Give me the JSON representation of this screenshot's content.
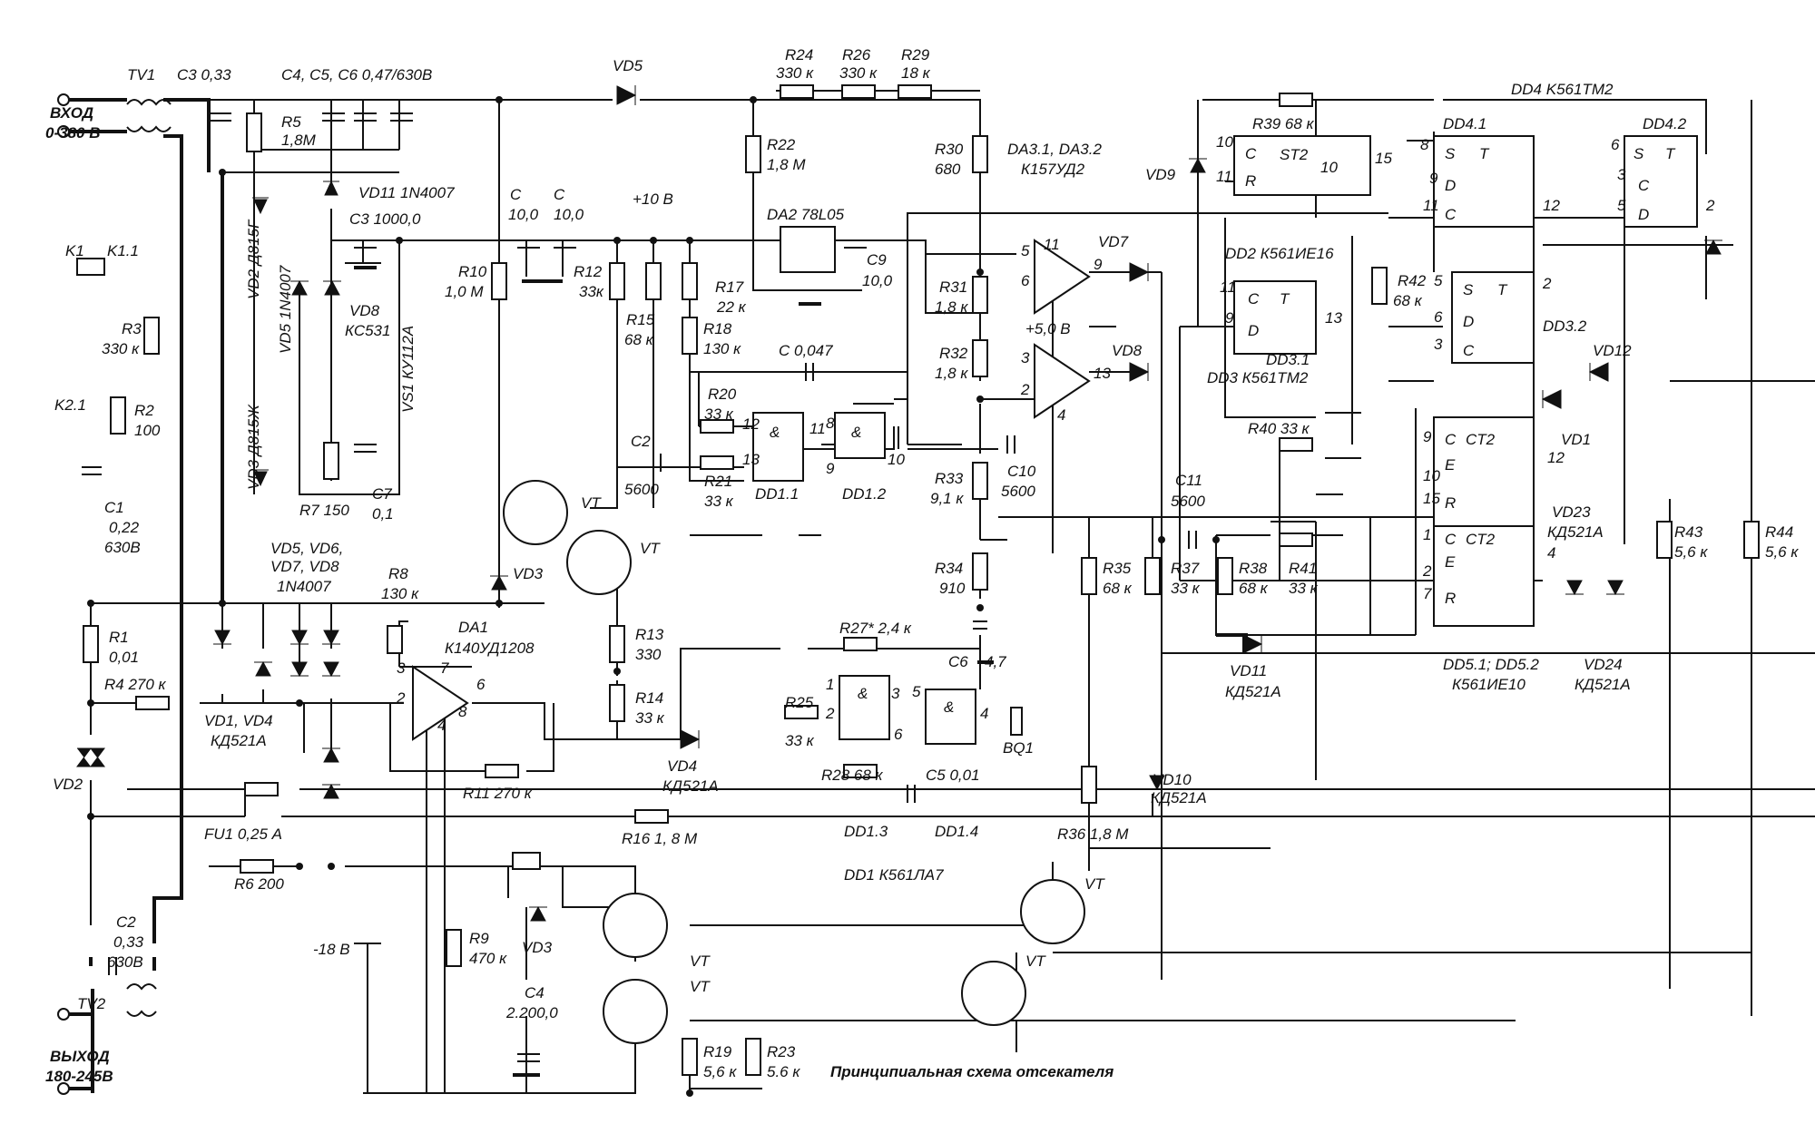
{
  "title": "Принципиальная схема отсекателя",
  "labels": {
    "input_title": "ВХОД",
    "input_range": "0-380 В",
    "output_title": "ВЫХОД",
    "output_range": "180-245В",
    "tv1": "TV1",
    "tv2": "TV2",
    "c3_top": "C3  0,33",
    "c456": "C4, C5, C6   0,47/630В",
    "vd5_top": "VD5",
    "r24": "R24",
    "r24v": "330 к",
    "r26": "R26",
    "r26v": "330 к",
    "r29": "R29",
    "r29v": "18 к",
    "dd4": "DD4 K561TM2",
    "dd41": "DD4.1",
    "dd42": "DD4.2",
    "r39": "R39  68 к",
    "st2": "ST2",
    "r5": "R5",
    "r5v": "1,8М",
    "vd11_top": "VD11 1N4007",
    "c3_big": "C3  1000,0",
    "r22": "R22",
    "r22v": "1,8 М",
    "r30": "R30",
    "r30v": "680",
    "da3": "DA3.1, DA3.2",
    "da3t": "К157УД2",
    "vd9": "VD9",
    "c_a": "C",
    "c_b": "C",
    "c_val": "10,0",
    "c_val2": "10,0",
    "p10": "+10 В",
    "da2": "DA2 78L05",
    "c9": "C9",
    "c9v": "10,0",
    "vd7": "VD7",
    "k1": "K1",
    "k11": "K1.1",
    "r3": "R3",
    "r3v": "330 к",
    "vd2_d815": "VD2  Д815Г",
    "vd5_1n": "VD5  1N4007",
    "vd8": "VD8",
    "vd8t": "КС531",
    "vs1": "VS1  КУ112А",
    "r10": "R10",
    "r10v": "1,0 М",
    "r12": "R12",
    "r12v": "33к",
    "r17": "R17",
    "r17v": "22 к",
    "r31": "R31",
    "r31v": "1,8 к",
    "p5": "+5,0 В",
    "dd2": "DD2 К561ИЕ16",
    "r42": "R42",
    "r42v": "68 к",
    "dd32": "DD3.2",
    "k21": "K2.1",
    "r2": "R2",
    "r2v": "100",
    "r15": "R15",
    "r15v": "68 к",
    "r18": "R18",
    "r18v": "130 к",
    "c047": "C       0,047",
    "r32": "R32",
    "r32v": "1,8 к",
    "vd8b": "VD8",
    "dd31": "DD3.1",
    "dd3": "DD3 К561ТМ2",
    "vd12": "VD12",
    "vd3_d815": "VD3  Д815Ж",
    "c7": "C7",
    "c7v": "0,1",
    "r20": "R20",
    "r20v": "33 к",
    "c2": "C2",
    "c2v": "5600",
    "r21": "R21",
    "r21v": "33 к",
    "dd11": "DD1.1",
    "dd12": "DD1.2",
    "c10": "C10",
    "c10v": "5600",
    "r33": "R33",
    "r33v": "9,1 к",
    "r40": "R40  33 к",
    "vd1": "VD1",
    "c1": "C1",
    "c1a": "0,22",
    "c1b": "630В",
    "r7": "R7 150",
    "c11": "C11",
    "c11v": "5600",
    "vd23": "VD23",
    "vd23t": "КД521А",
    "vt1": "VT",
    "vt2": "VT",
    "vd3_lower": "VD3",
    "vd5678": "VD5, VD6,",
    "vd5678b": "VD7, VD8",
    "vd5678c": "1N4007",
    "r8": "R8",
    "r8v": "130 к",
    "r34": "R34",
    "r34v": "910",
    "r35": "R35",
    "r35v": "68 к",
    "r37": "R37",
    "r37v": "33 к",
    "r38": "R38",
    "r38v": "68 к",
    "r41": "R41",
    "r41v": "33 к",
    "r43": "R43",
    "r43v": "5,6 к",
    "r44": "R44",
    "r44v": "5,6 к",
    "r1": "R1",
    "r1v": "0,01",
    "da1": "DA1",
    "da1t": "К140УД1208",
    "r13": "R13",
    "r13v": "330",
    "r27": "R27* 2,4 к",
    "c6": "C6",
    "c6v": "4,7",
    "vd11b": "VD11",
    "vd11bt": "КД521А",
    "dd5": "DD5.1; DD5.2",
    "dd5t": "К561ИЕ10",
    "vd24": "VD24",
    "vd24t": "КД521А",
    "r4": "R4  270 к",
    "vd14": "VD1, VD4",
    "vd14t": "КД521А",
    "r14": "R14",
    "r14v": "33 к",
    "vd4": "VD4",
    "vd4t": "КД521А",
    "r25": "R25",
    "r25v": "33 к",
    "bq1": "BQ1",
    "vd2": "VD2",
    "r11": "R11  270 к",
    "r28": "R28  68 к",
    "c5": "C5  0,01",
    "vd10": "VD10",
    "vd10t": "КД521А",
    "fu1": "FU1  0,25 А",
    "r16": "R16  1, 8 М",
    "dd13": "DD1.3",
    "dd14": "DD1.4",
    "r36": "R36  1,8 М",
    "dd1": "DD1 К561ЛА7",
    "r6": "R6  200",
    "vd3c": "VD3",
    "c2b": "C2",
    "c2ba": "0,33",
    "c2bb": "630В",
    "m18": "-18 В",
    "r9": "R9",
    "r9v": "470 к",
    "vt3": "VT",
    "vt4": "VT",
    "vt5": "VT",
    "vt6": "VT",
    "c4": "C4",
    "c4v": "2.200,0",
    "r19": "R19",
    "r19v": "5,6 к",
    "r23": "R23",
    "r23v": "5.6 к",
    "amp": "&",
    "amp2": "&",
    "amp3": "&",
    "amp4": "&",
    "s": "S",
    "t": "T",
    "d": "D",
    "c": "C",
    "r": "R",
    "e": "E",
    "ct2": "CT2"
  },
  "pins": {
    "p1": "1",
    "p2": "2",
    "p3": "3",
    "p4": "4",
    "p5": "5",
    "p6": "6",
    "p7": "7",
    "p8": "8",
    "p9": "9",
    "p10": "10",
    "p11": "11",
    "p12": "12",
    "p13": "13",
    "p15": "15"
  }
}
